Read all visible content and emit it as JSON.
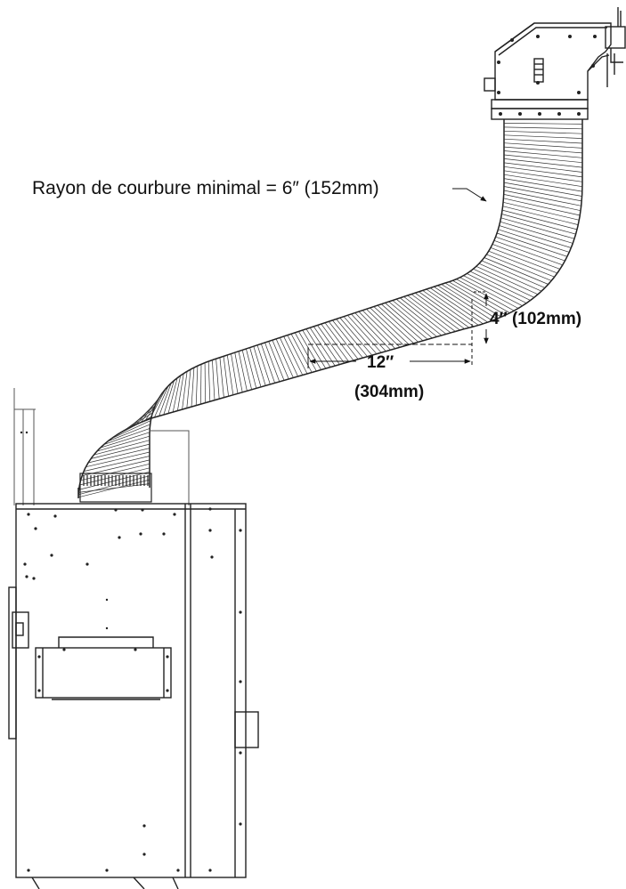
{
  "annotations": {
    "bend_radius": "Rayon de courbure minimal = 6″ (152mm)",
    "rise": "4″ (102mm)",
    "run_in": "12″",
    "run_mm": "(304mm)"
  },
  "icons": {
    "duct": "flexible-duct-icon",
    "unit": "unit-cabinet-icon",
    "collar": "duct-collar-icon"
  }
}
